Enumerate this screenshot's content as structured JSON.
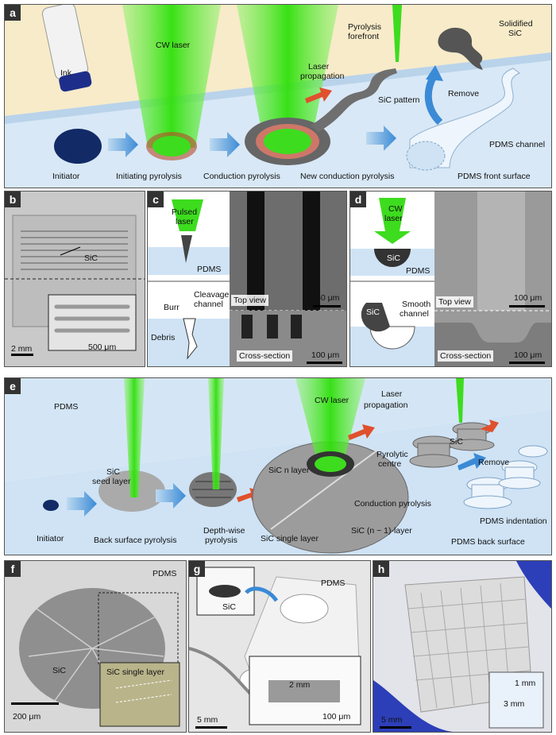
{
  "panel_labels": {
    "a": "a",
    "b": "b",
    "c": "c",
    "d": "d",
    "e": "e",
    "f": "f",
    "g": "g",
    "h": "h"
  },
  "a": {
    "ink": "Ink",
    "cw_laser": "CW laser",
    "pyrolysis_forefront_1": "Pyrolysis",
    "pyrolysis_forefront_2": "forefront",
    "solidified_1": "Solidified",
    "solidified_2": "SiC",
    "laser_prop_1": "Laser",
    "laser_prop_2": "propagation",
    "sic_pattern": "SiC pattern",
    "remove": "Remove",
    "pdms_channel": "PDMS channel",
    "initiator": "Initiator",
    "initiating": "Initiating pyrolysis",
    "conduction": "Conduction pyrolysis",
    "new_conduction": "New conduction pyrolysis",
    "pdms_front": "PDMS front surface"
  },
  "b": {
    "sic": "SiC",
    "scale_main": "2 mm",
    "scale_inset": "500 μm"
  },
  "c": {
    "pulsed_1": "Pulsed",
    "pulsed_2": "laser",
    "pdms": "PDMS",
    "burr": "Burr",
    "cleavage_1": "Cleavage",
    "cleavage_2": "channel",
    "debris": "Debris",
    "top_view": "Top view",
    "cross_section": "Cross-section",
    "scale_top": "50 μm",
    "scale_bottom": "100 μm"
  },
  "d": {
    "cw_1": "CW",
    "cw_2": "laser",
    "sic": "SiC",
    "pdms": "PDMS",
    "sic2": "SiC",
    "smooth_1": "Smooth",
    "smooth_2": "channel",
    "top_view": "Top view",
    "cross_section": "Cross-section",
    "scale_top": "100 μm",
    "scale_bottom": "100 μm"
  },
  "e": {
    "pdms": "PDMS",
    "cw_laser": "CW laser",
    "laser_prop_1": "Laser",
    "laser_prop_2": "propagation",
    "sic": "SiC",
    "remove": "Remove",
    "sic_seed_1": "SiC",
    "sic_seed_2": "seed layer",
    "pyrolytic_1": "Pyrolytic",
    "pyrolytic_2": "centre",
    "sic_n": "SiC n layer",
    "conduction": "Conduction pyrolysis",
    "pdms_indent": "PDMS indentation",
    "initiator": "Initiator",
    "back_surface": "Back surface pyrolysis",
    "depth_1": "Depth-wise",
    "depth_2": "pyrolysis",
    "sic_single": "SiC single layer",
    "sic_n1": "SiC (n − 1)-layer",
    "pdms_back": "PDMS back surface"
  },
  "f": {
    "pdms": "PDMS",
    "sic": "SiC",
    "sic_single": "SiC single layer",
    "scale": "200 μm"
  },
  "g": {
    "pdms": "PDMS",
    "sic": "SiC",
    "dim1": "2 mm",
    "dim2": "100 μm",
    "scale": "5 mm"
  },
  "h": {
    "dim1": "1 mm",
    "dim2": "3 mm",
    "scale": "5 mm"
  },
  "colors": {
    "laser_green": "#3ddc1e",
    "pdms_blue": "#cfe3f5",
    "cream": "#f7ebc9",
    "arrow_blue": "#3f8fd8",
    "sic_gray": "#7a7a7a"
  }
}
